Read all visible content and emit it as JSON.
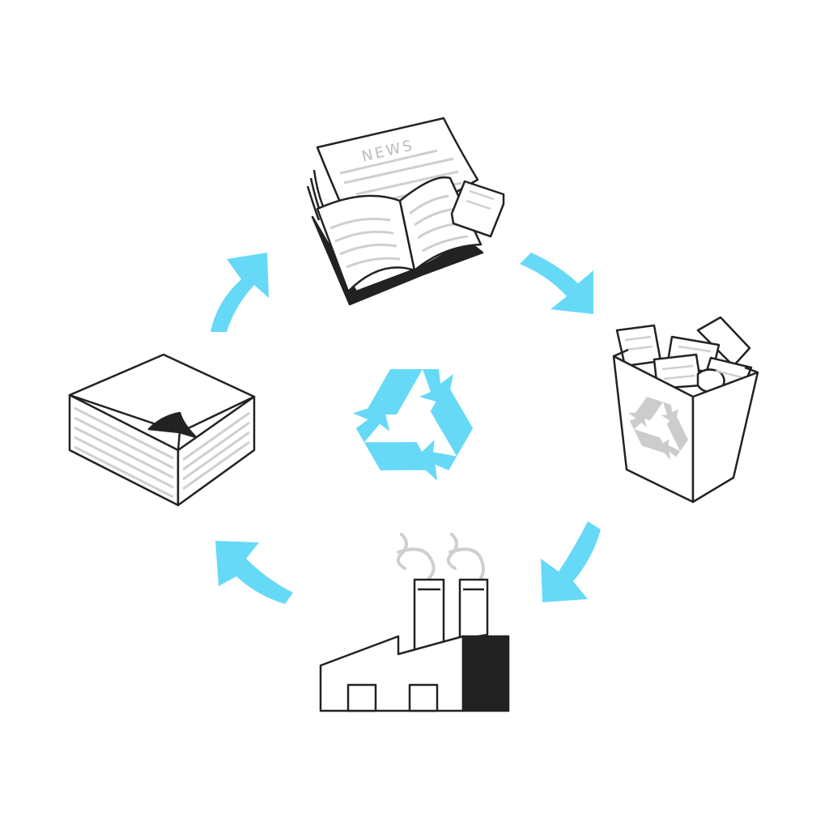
{
  "newspaper": {
    "masthead": "NEWS"
  },
  "colors": {
    "arrow": "#66d9f7",
    "outline": "#222222",
    "line_gray": "#cfcfcf",
    "symbol_gray": "#cccccc"
  },
  "stages": [
    {
      "name": "newspaper-and-books"
    },
    {
      "name": "recycling-bin"
    },
    {
      "name": "recycling-factory"
    },
    {
      "name": "stack-of-paper"
    }
  ],
  "center": {
    "icon": "recycle-icon"
  }
}
